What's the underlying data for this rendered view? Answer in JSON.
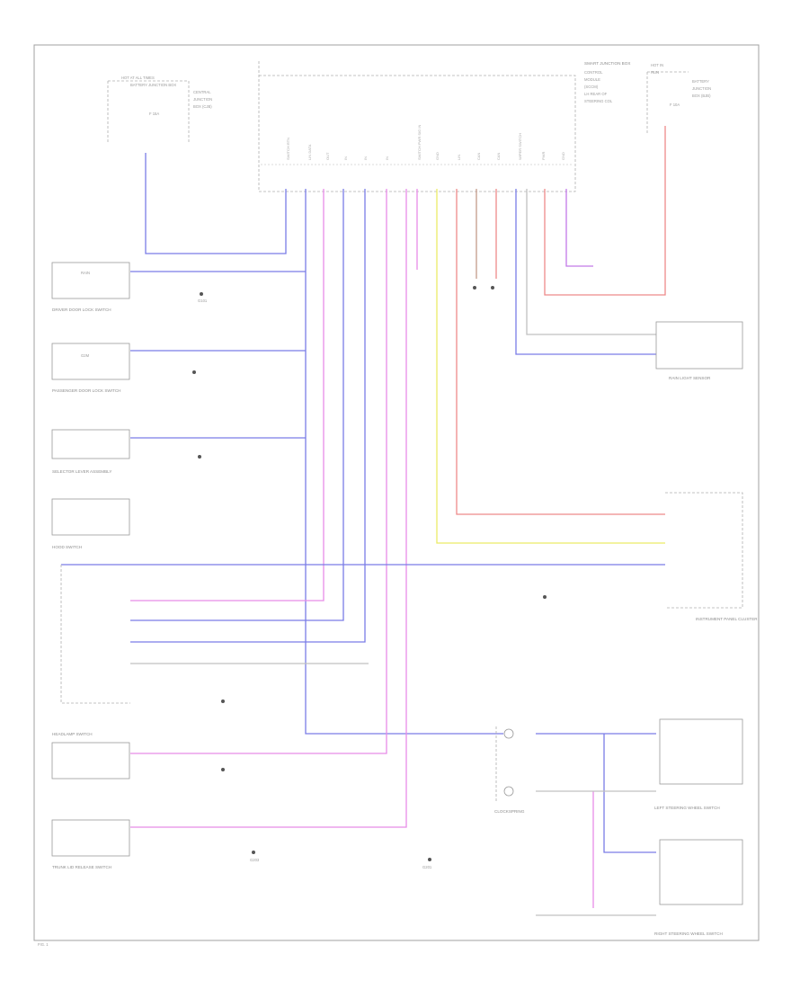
{
  "colors": {
    "blue": "#7a7ce6",
    "magenta": "#e88ce8",
    "violet": "#c27ae8",
    "red": "#ee8a8a",
    "yellow": "#ecec66",
    "brown": "#c49a8a",
    "gray": "#c0c0c0",
    "border": "#a0a0a0"
  },
  "labels": {
    "smart_junction_box": "SMART JUNCTION BOX",
    "cluster_title": "INSTRUMENT PANEL CLUSTER",
    "hot_at_all_times": "HOT AT ALL TIMES",
    "battery_junction_box": "BATTERY JUNCTION BOX",
    "fuse_left": "F 15A",
    "fuse_right": "F 10A",
    "driver_switch": "DRIVER DOOR LOCK SWITCH",
    "passenger_switch": "PASSENGER DOOR LOCK SWITCH",
    "selector_lever": "SELECTOR LEVER ASSEMBLY",
    "hood_switch": "HOOD SWITCH",
    "headlamp_switch": "HEADLAMP SWITCH",
    "trunk_switch": "TRUNK LID RELEASE SWITCH",
    "rain_sensor": "RAIN LIGHT SENSOR",
    "steering_module": "CLOCKSPRING",
    "left_sw": "LEFT STEERING WHEEL SWITCH",
    "right_sw": "RIGHT STEERING WHEEL SWITCH",
    "g_left": "G101",
    "g_mid": "G201",
    "g_right": "G203",
    "footer": "FIG. 1"
  }
}
